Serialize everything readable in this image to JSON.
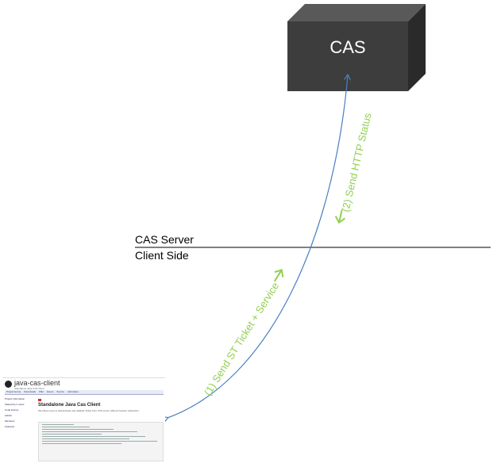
{
  "diagram": {
    "cas_box": {
      "label": "CAS",
      "front_color": "#3d3d3d",
      "top_color": "#595959",
      "side_color": "#2a2a2a",
      "text_color": "#ffffff"
    },
    "boundary": {
      "server_label": "CAS Server",
      "client_label": "Client Side"
    },
    "flows": [
      {
        "label": "(1) Send ST Ticket + Service",
        "color": "#92d050"
      },
      {
        "label": "(2) Send  HTTP Status",
        "color": "#92d050"
      }
    ],
    "arc_color": "#4a7fc1",
    "client_screenshot": {
      "title": "java-cas-client",
      "subtitle": "Standalone Java CAS Client",
      "tabs": [
        "Project Home",
        "Downloads",
        "Wiki",
        "Issues",
        "Source",
        "Administer"
      ],
      "sidebar": [
        "Project Information",
        "Starred by 2 users",
        "Code license",
        "Labels",
        "Members",
        "Featured"
      ],
      "heading": "Standalone Java Cas Client",
      "paragraph": "this library uses to authenticate and validate Ticket from CAS server without browser redirection."
    }
  }
}
